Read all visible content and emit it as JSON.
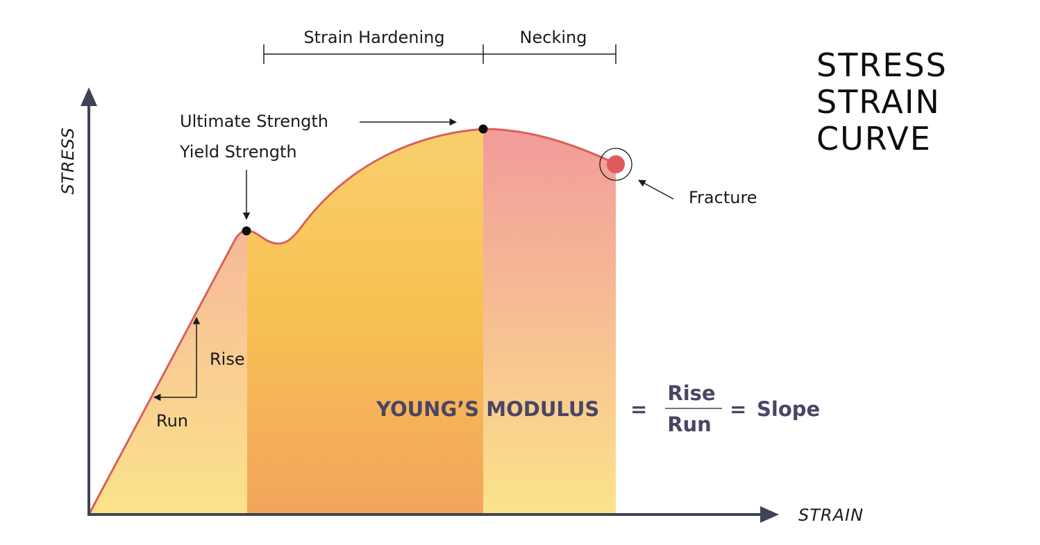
{
  "title": {
    "line1": "STRESS",
    "line2": "STRAIN",
    "line3": "CURVE"
  },
  "axes": {
    "y_label": "STRESS",
    "x_label": "STRAIN"
  },
  "regions": {
    "strain_hardening": "Strain Hardening",
    "necking": "Necking"
  },
  "points": {
    "ultimate_strength": "Ultimate Strength",
    "yield_strength": "Yield Strength",
    "fracture": "Fracture"
  },
  "slope_labels": {
    "rise": "Rise",
    "run": "Run"
  },
  "formula": {
    "term": "YOUNG’S MODULUS",
    "equals1": "=",
    "numerator": "Rise",
    "denominator": "Run",
    "equals2": "=",
    "result": "Slope"
  },
  "colors": {
    "axis": "#3f4356",
    "curve": "#d9605a",
    "elastic_top": "#f6b99a",
    "elastic_bottom": "#fbe38a",
    "hardening_top": "#f8cf6e",
    "hardening_mid": "#f8c252",
    "hardening_bottom": "#f2a55c",
    "necking_top": "#f29b9b",
    "necking_bottom": "#fbe38a",
    "fracture_dot": "#e05a5c",
    "formula_text": "#4a4565"
  }
}
